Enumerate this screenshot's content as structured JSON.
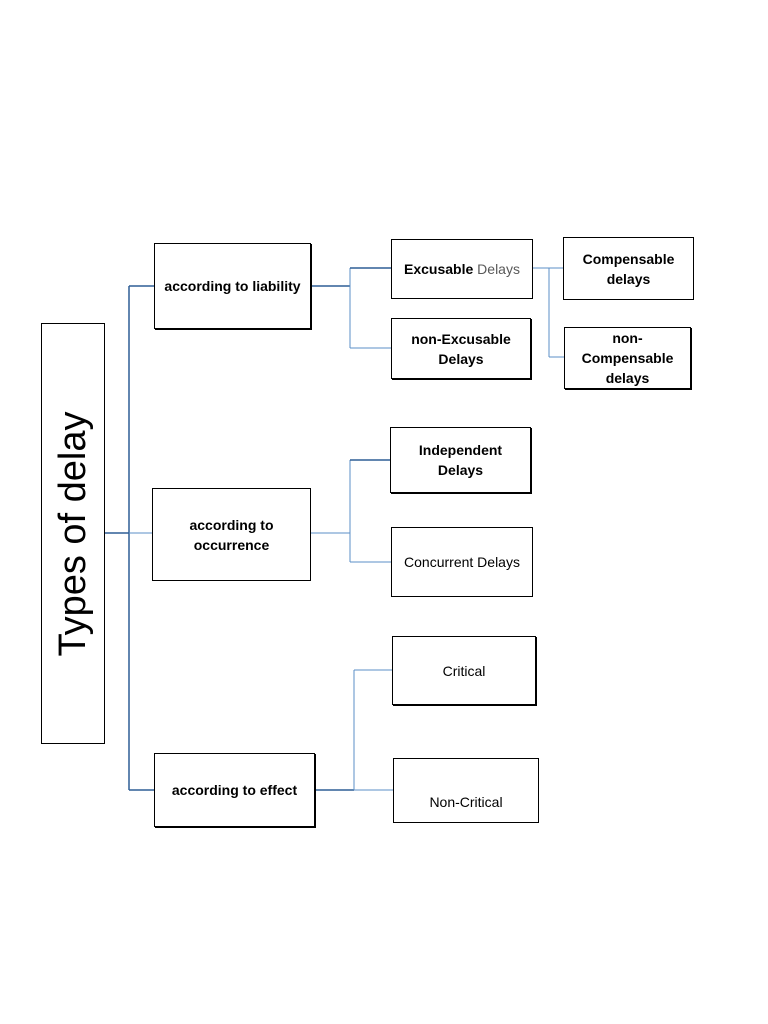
{
  "root": {
    "label": "Types of delay"
  },
  "liability": {
    "label": "according to liability",
    "excusable": {
      "label_main": "Excusable",
      "label_rest": "Delays"
    },
    "non_excusable": {
      "label": "non-Excusable Delays"
    },
    "compensable": {
      "label": "Compensable delays"
    },
    "non_compensable": {
      "label": "non-Compensable delays"
    }
  },
  "occurrence": {
    "label": "according to occurrence",
    "independent": {
      "label": "Independent Delays"
    },
    "concurrent": {
      "label": "Concurrent Delays"
    }
  },
  "effect": {
    "label": "according to effect",
    "critical": {
      "label": "Critical"
    },
    "non_critical": {
      "label": "Non-Critical"
    }
  },
  "colors": {
    "connector_dark": "#2e5f96",
    "connector_light": "#5b8fc7",
    "border": "#000000"
  }
}
